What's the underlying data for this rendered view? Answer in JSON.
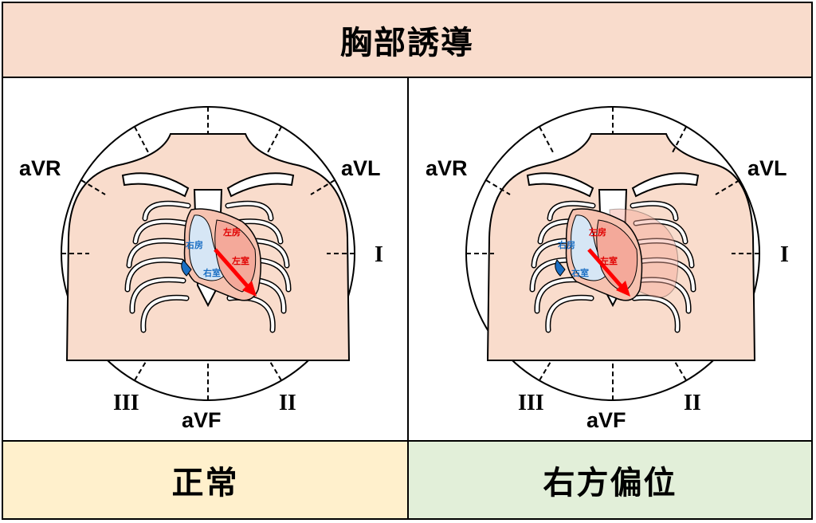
{
  "title": "胸部誘導",
  "colors": {
    "header_bg": "#f9dccc",
    "normal_bg": "#fff0cc",
    "deviation_bg": "#e2efd9",
    "skin": "#f9dccc",
    "left_heart": "#f4a99a",
    "right_heart": "#d6e6f5",
    "arrow": "#ff0000",
    "left_label": "#e00000",
    "right_label": "#1a6fc4"
  },
  "leads": {
    "avr": "aVR",
    "avl": "aVL",
    "avf": "aVF",
    "lead1": "I",
    "lead2": "II",
    "lead3": "III"
  },
  "heart_labels": {
    "right_atrium": "右房",
    "left_atrium": "左房",
    "right_ventricle": "右室",
    "left_ventricle": "左室"
  },
  "panels": [
    {
      "caption": "正常"
    },
    {
      "caption": "右方偏位"
    }
  ]
}
